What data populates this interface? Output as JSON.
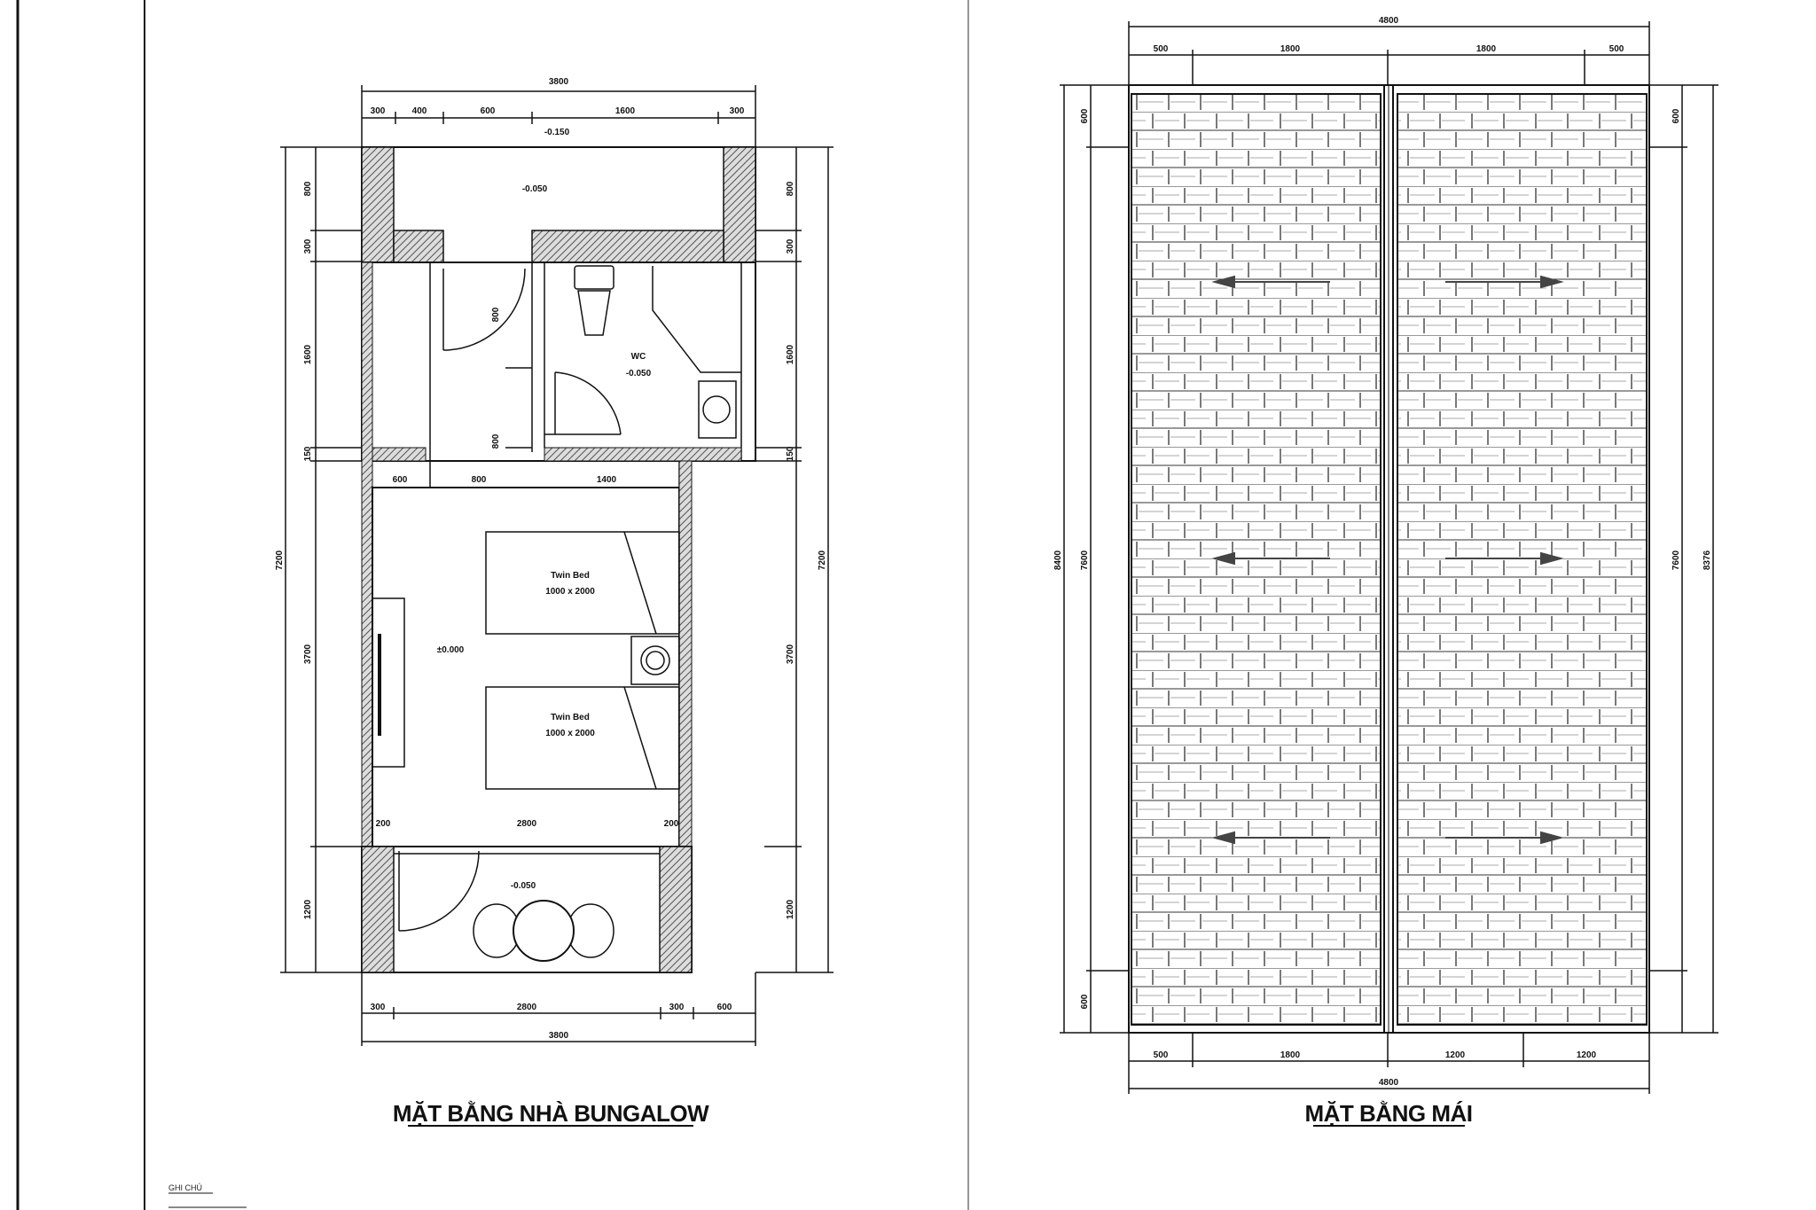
{
  "drawing": {
    "left_title": "MẶT BẰNG NHÀ BUNGALOW",
    "right_title": "MẶT BẰNG MÁI",
    "note_label": "GHI CHÚ",
    "colors": {
      "line": "#111111",
      "hatch": "#888888",
      "paper": "#ffffff"
    }
  },
  "floor_plan": {
    "top_overall": "3800",
    "top_segments": [
      "300",
      "400",
      "600",
      "1600",
      "300"
    ],
    "top_level": "-0.150",
    "terrace_level": "-0.050",
    "wc_name": "WC",
    "wc_level": "-0.050",
    "room_level": "±0.000",
    "front_level": "-0.050",
    "bed_1_name": "Twin Bed",
    "bed_1_size": "1000 x 2000",
    "bed_2_name": "Twin Bed",
    "bed_2_size": "1000 x 2000",
    "door_dims": [
      "800",
      "800"
    ],
    "inner_dims": [
      "600",
      "800",
      "1400"
    ],
    "room_bottom_dims": [
      "200",
      "2800",
      "200"
    ],
    "bottom_segments": [
      "300",
      "2800",
      "300",
      "600"
    ],
    "bottom_overall": "3800",
    "left_overall": "7200",
    "left_segments": [
      "800",
      "300",
      "1600",
      "150",
      "3700",
      "1200"
    ],
    "right_segments": [
      "800",
      "300",
      "1600",
      "150",
      "3700",
      "1200"
    ],
    "right_overall": "7200"
  },
  "roof_plan": {
    "top_overall": "4800",
    "top_segments": [
      "500",
      "1800",
      "1800",
      "500"
    ],
    "bottom_segments": [
      "500",
      "1800",
      "1200",
      "1200"
    ],
    "bottom_overall": "4800",
    "left_segments": [
      "600",
      "7600",
      "600"
    ],
    "left_overall": "8400",
    "right_segments": [
      "600",
      "7600"
    ],
    "right_overall": "8376"
  }
}
